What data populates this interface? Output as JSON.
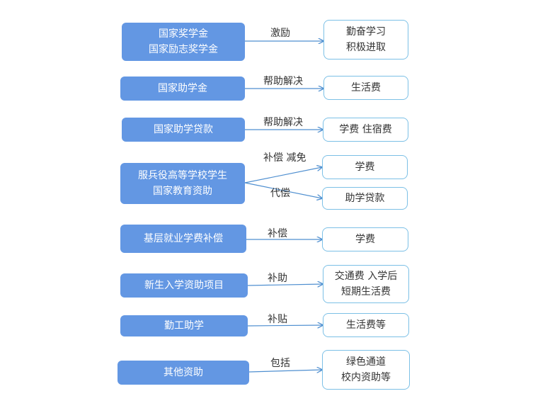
{
  "diagram": {
    "rows": [
      {
        "source": "国家奖学金\n国家励志奖学金",
        "edges": [
          {
            "label": "激励",
            "target": "勤奋学习\n积极进取"
          }
        ]
      },
      {
        "source": "国家助学金",
        "edges": [
          {
            "label": "帮助解决",
            "target": "生活费"
          }
        ]
      },
      {
        "source": "国家助学贷款",
        "edges": [
          {
            "label": "帮助解决",
            "target": "学费  住宿费"
          }
        ]
      },
      {
        "source": "服兵役高等学校学生\n国家教育资助",
        "edges": [
          {
            "label": "补偿  减免",
            "target": "学费"
          },
          {
            "label": "代偿",
            "target": "助学贷款"
          }
        ]
      },
      {
        "source": "基层就业学费补偿",
        "edges": [
          {
            "label": "补偿",
            "target": "学费"
          }
        ]
      },
      {
        "source": "新生入学资助项目",
        "edges": [
          {
            "label": "补助",
            "target": "交通费  入学后\n短期生活费"
          }
        ]
      },
      {
        "source": "勤工助学",
        "edges": [
          {
            "label": "补贴",
            "target": "生活费等"
          }
        ]
      },
      {
        "source": "其他资助",
        "edges": [
          {
            "label": "包括",
            "target": "绿色通道\n校内资助等"
          }
        ]
      }
    ]
  },
  "colors": {
    "source_fill": "#6397e3",
    "target_border": "#7cc0e6",
    "arrow": "#4f8fd0"
  }
}
